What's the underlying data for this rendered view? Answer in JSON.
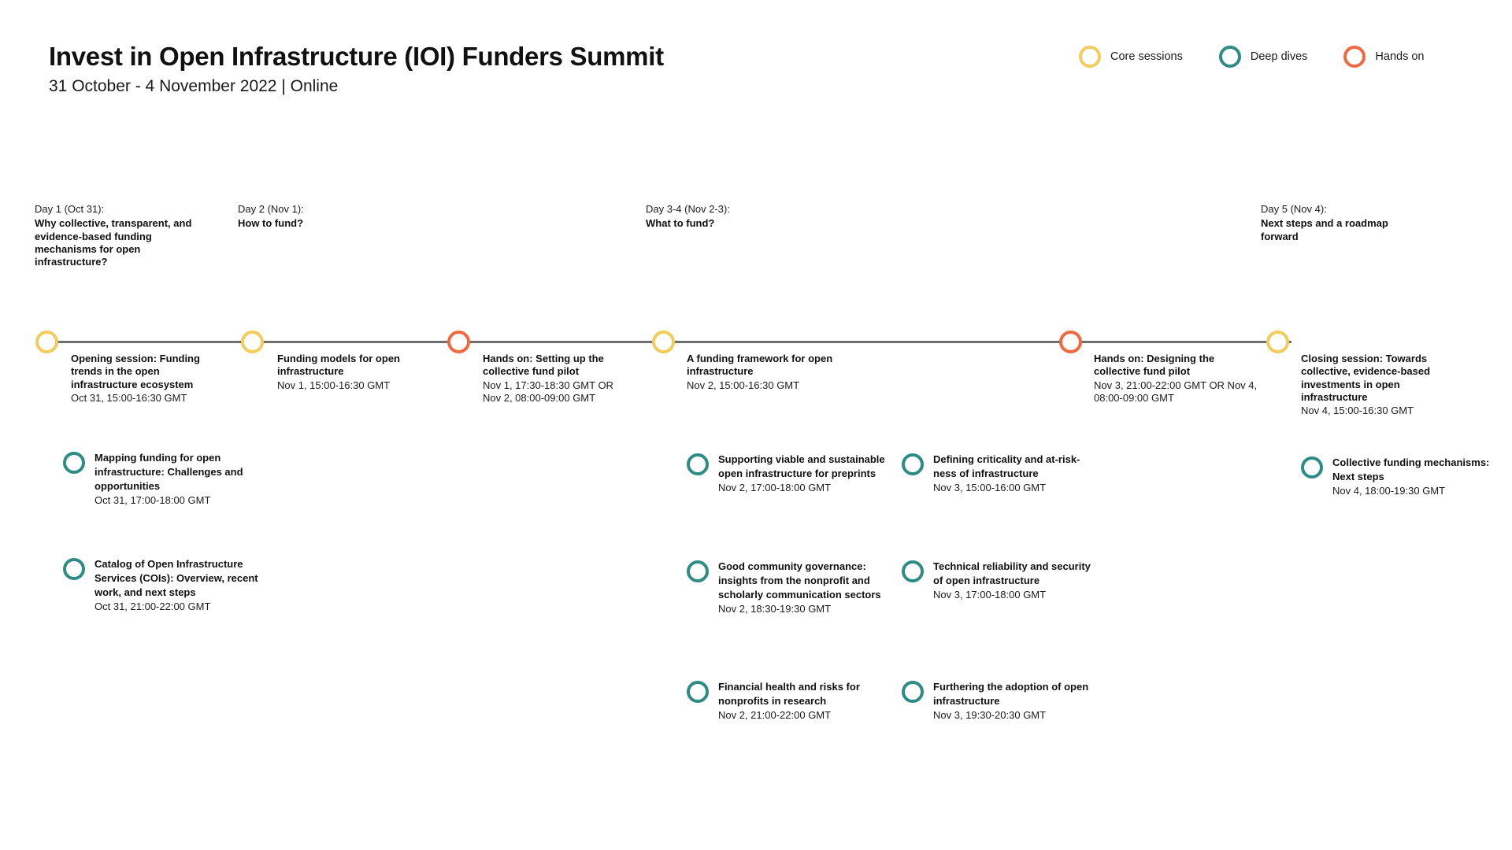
{
  "header": {
    "title": "Invest in Open Infrastructure (IOI) Funders Summit",
    "subtitle": "31 October - 4 November 2022 | Online"
  },
  "colors": {
    "core": "#f2cd5d",
    "deep_dive": "#2d8c83",
    "hands_on": "#ef6a43",
    "axis": "#6e6e6e",
    "text": "#1a1a1a"
  },
  "legend": {
    "items": [
      {
        "label": "Core sessions",
        "color": "#f2cd5d",
        "icon": "circle-ring-icon"
      },
      {
        "label": "Deep dives",
        "color": "#2d8c83",
        "icon": "circle-ring-icon"
      },
      {
        "label": "Hands on",
        "color": "#ef6a43",
        "icon": "circle-ring-icon"
      }
    ]
  },
  "days": [
    {
      "when": "Day 1 (Oct 31):",
      "theme": "Why collective, transparent, and evidence-based funding mechanisms for open infrastructure?"
    },
    {
      "when": "Day 2 (Nov 1):",
      "theme": "How to fund?"
    },
    {
      "when": "Day 3-4 (Nov 2-3):",
      "theme": "What to fund?"
    },
    {
      "when": "Day 5 (Nov 4):",
      "theme": "Next steps and a roadmap forward"
    }
  ],
  "timeline": {
    "nodes": [
      {
        "type": "core",
        "color": "#f2cd5d"
      },
      {
        "type": "core",
        "color": "#f2cd5d"
      },
      {
        "type": "hands_on",
        "color": "#ef6a43"
      },
      {
        "type": "core",
        "color": "#f2cd5d"
      },
      {
        "type": "hands_on",
        "color": "#ef6a43"
      },
      {
        "type": "core",
        "color": "#f2cd5d"
      }
    ],
    "entries": [
      {
        "title": "Opening session: Funding trends in the open infrastructure ecosystem",
        "time": "Oct 31, 15:00-16:30 GMT"
      },
      {
        "title": "Funding models for open infrastructure",
        "time": "Nov 1, 15:00-16:30 GMT"
      },
      {
        "title": "Hands on: Setting up the collective fund pilot",
        "time": "Nov 1, 17:30-18:30 GMT OR Nov 2, 08:00-09:00 GMT"
      },
      {
        "title": "A funding framework for open infrastructure",
        "time": "Nov 2, 15:00-16:30 GMT"
      },
      {
        "title": "Hands on: Designing the collective fund pilot",
        "time": "Nov 3, 21:00-22:00 GMT OR Nov 4, 08:00-09:00 GMT"
      },
      {
        "title": "Closing session: Towards collective, evidence-based investments in open infrastructure",
        "time": "Nov 4, 15:00-16:30 GMT"
      }
    ]
  },
  "deep_dives": {
    "column_day1": [
      {
        "title": "Mapping funding for open infrastructure: Challenges and opportunities",
        "time": "Oct 31, 17:00-18:00 GMT"
      },
      {
        "title": "Catalog of Open Infrastructure Services (COIs): Overview, recent work, and next steps",
        "time": "Oct 31, 21:00-22:00 GMT"
      }
    ],
    "column_day3": [
      {
        "title": "Supporting viable and sustainable open infrastructure for preprints",
        "time": "Nov 2, 17:00-18:00 GMT"
      },
      {
        "title": "Good community governance: insights from the nonprofit and scholarly communication sectors",
        "time": "Nov 2, 18:30-19:30 GMT"
      },
      {
        "title": "Financial health and risks for nonprofits in research",
        "time": "Nov 2, 21:00-22:00 GMT"
      }
    ],
    "column_day4": [
      {
        "title": "Defining criticality and at-risk-ness of infrastructure",
        "time": "Nov 3, 15:00-16:00 GMT"
      },
      {
        "title": "Technical reliability and security of open infrastructure",
        "time": "Nov 3, 17:00-18:00 GMT"
      },
      {
        "title": "Furthering the adoption of open infrastructure",
        "time": "Nov 3, 19:30-20:30 GMT"
      }
    ],
    "column_day5": [
      {
        "title": "Collective funding mechanisms: Next steps",
        "time": "Nov 4, 18:00-19:30 GMT"
      }
    ]
  }
}
